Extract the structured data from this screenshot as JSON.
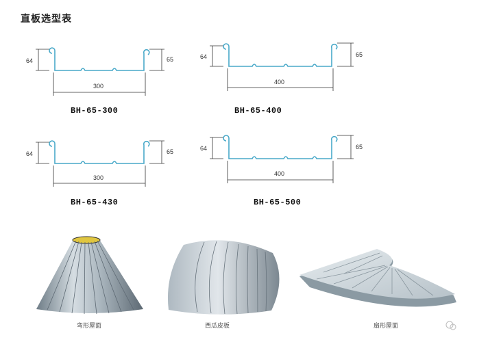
{
  "title": "直板选型表",
  "profiles": [
    {
      "model": "BH-65-300",
      "left_height": "64",
      "right_height": "65",
      "width": "300"
    },
    {
      "model": "BH-65-400",
      "left_height": "64",
      "right_height": "65",
      "width": "400"
    },
    {
      "model": "BH-65-430",
      "left_height": "64",
      "right_height": "65",
      "width": "300"
    },
    {
      "model": "BH-65-500",
      "left_height": "64",
      "right_height": "65",
      "width": "400"
    }
  ],
  "photos": [
    {
      "caption": "弯形屋面",
      "icon": "cone-roof-illustration"
    },
    {
      "caption": "西瓜皮板",
      "icon": "watermelon-roof-illustration"
    },
    {
      "caption": "扇形屋面",
      "icon": "fan-roof-illustration"
    }
  ],
  "colors": {
    "profile_line": "#49a9c9",
    "dim_line": "#333333",
    "roof_metal": "#b8c4cc"
  }
}
